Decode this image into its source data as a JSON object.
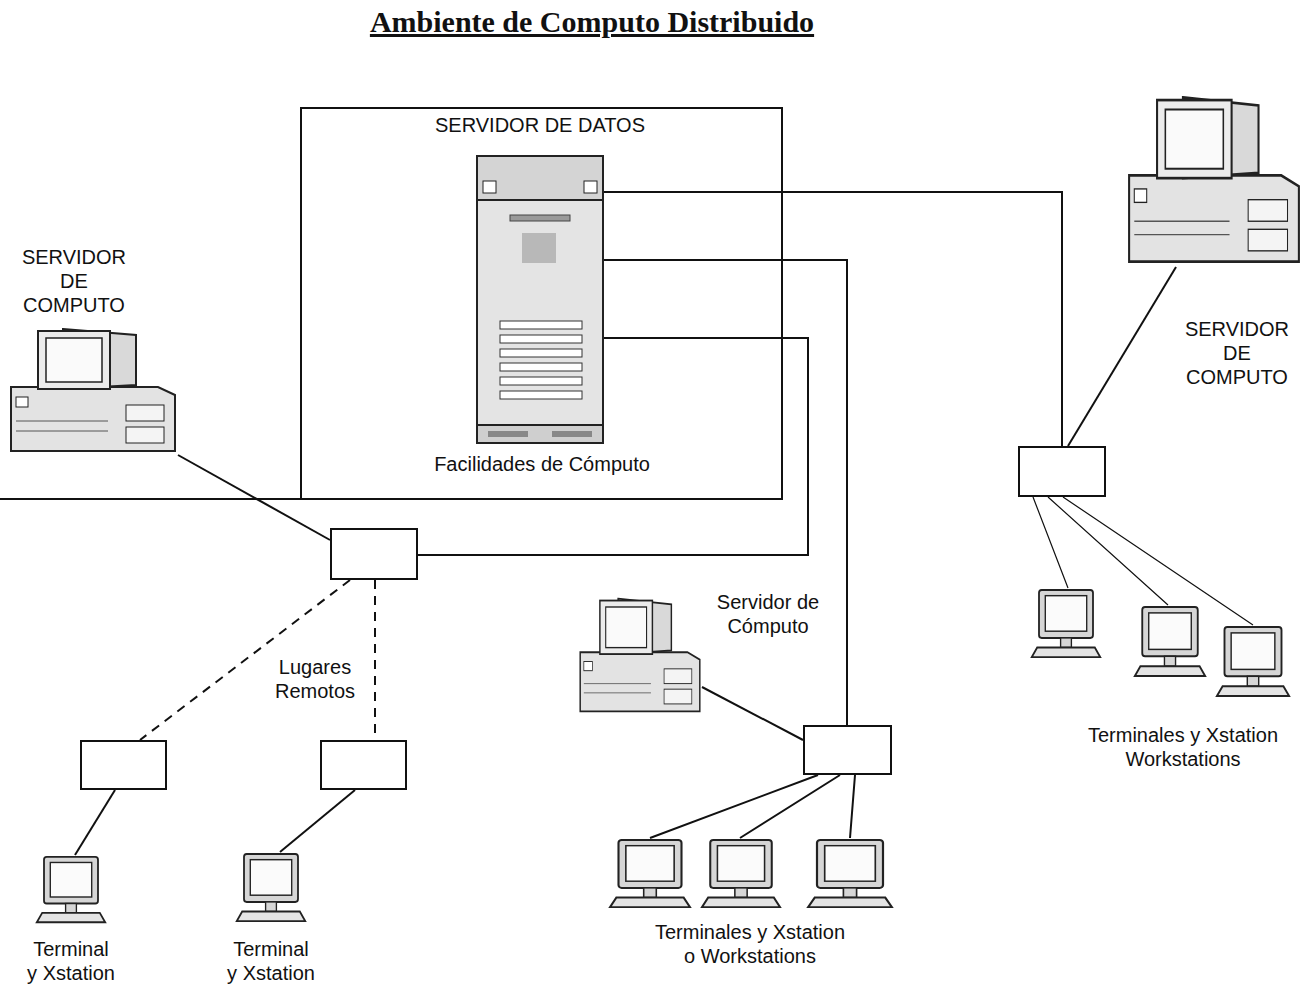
{
  "diagram": {
    "title": "Ambiente de Computo Distribuido",
    "nodes": [
      {
        "text": [
          "Facilidades de Cómputo"
        ]
      },
      {
        "text": [
          "SERVIDOR DE DATOS"
        ],
        "in": 0
      },
      {
        "text": [
          "SERVIDOR DE COMPUTO"
        ]
      },
      {
        "text": []
      },
      {
        "text": []
      },
      {
        "text": []
      },
      {
        "text": [
          "Terminal y Xstation"
        ]
      },
      {
        "text": [
          "Terminal y Xstation"
        ]
      },
      {
        "text": [
          "Servidor de Cómputo"
        ]
      },
      {
        "text": []
      },
      {
        "text": [
          "Terminales y Xstation o Workstations"
        ]
      },
      {
        "text": [
          "SERVIDOR DE COMPUTO"
        ]
      },
      {
        "text": []
      },
      {
        "text": [
          "Terminales y Xstation Workstations"
        ]
      }
    ],
    "edges": [
      {
        "from": 1,
        "to": 12,
        "arrow": "none"
      },
      {
        "from": 1,
        "to": 9,
        "arrow": "none"
      },
      {
        "from": 1,
        "to": 3,
        "arrow": "none"
      },
      {
        "from": 2,
        "to": 3,
        "arrow": "none"
      },
      {
        "from": 3,
        "to": 4,
        "arrow": "none"
      },
      {
        "from": 3,
        "to": 5,
        "arrow": "none"
      },
      {
        "from": 4,
        "to": 6,
        "arrow": "none"
      },
      {
        "from": 5,
        "to": 7,
        "arrow": "none"
      },
      {
        "from": 8,
        "to": 9,
        "arrow": "none"
      },
      {
        "from": 9,
        "to": 10,
        "arrow": "none"
      },
      {
        "from": 11,
        "to": 12,
        "arrow": "none"
      },
      {
        "from": 12,
        "to": 13,
        "arrow": "none"
      }
    ],
    "labels": [
      "Lugares Remotos"
    ]
  }
}
